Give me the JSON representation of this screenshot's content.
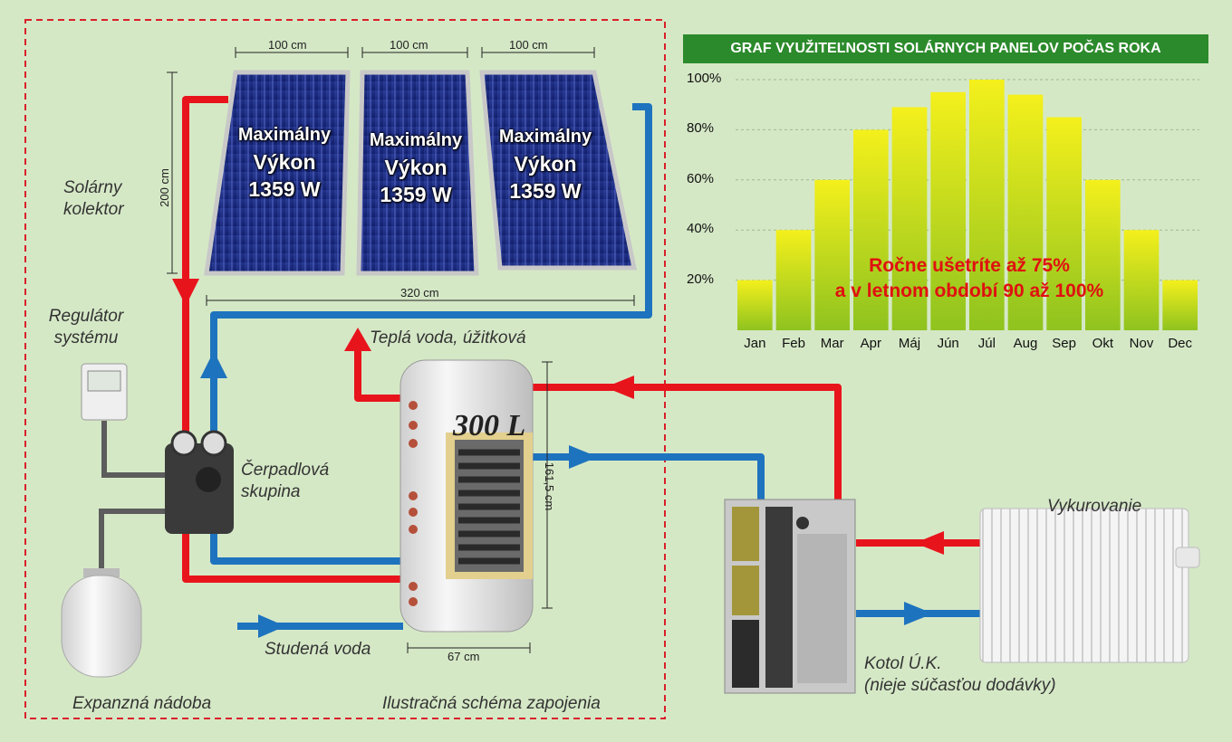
{
  "panels": {
    "width_label": "100 cm",
    "height_label": "200 cm",
    "total_label": "320 cm",
    "power_line1": "Maximálny",
    "power_line2": "Výkon",
    "power_line3": "1359 W"
  },
  "labels": {
    "solar_line1": "Solárny",
    "solar_line2": "kolektor",
    "regulator_line1": "Regulátor",
    "regulator_line2": "systému",
    "pump_line1": "Čerpadlová",
    "pump_line2": "skupina",
    "expansion": "Expanzná nádoba",
    "hot_water": "Teplá voda, úžitková",
    "cold_water": "Studená voda",
    "schema": "Ilustračná schéma zapojenia",
    "heating": "Vykurovanie",
    "boiler_line1": "Kotol Ú.K.",
    "boiler_line2": "(nieje súčasťou dodávky)"
  },
  "tank": {
    "volume": "300 L",
    "height_label": "161,5 cm",
    "width_label": "67 cm"
  },
  "chart_data": {
    "type": "bar",
    "title": "GRAF VYUŽITEĽNOSTI SOLÁRNYCH PANELOV POČAS ROKA",
    "categories": [
      "Jan",
      "Feb",
      "Mar",
      "Apr",
      "Máj",
      "Jún",
      "Júl",
      "Aug",
      "Sep",
      "Okt",
      "Nov",
      "Dec"
    ],
    "values": [
      20,
      40,
      60,
      80,
      89,
      95,
      100,
      94,
      85,
      60,
      40,
      20
    ],
    "yticks": [
      "20%",
      "40%",
      "60%",
      "80%",
      "100%"
    ],
    "ylim": [
      0,
      100
    ],
    "annotation_line1": "Ročne ušetríte až 75%",
    "annotation_line2": "a v letnom období 90 až 100%",
    "colors": {
      "bar_top": "#f4f01c",
      "bar_bottom": "#8fc31f",
      "title_bg": "#2b8a2b",
      "annotation": "#e01010"
    }
  },
  "colors": {
    "hot": "#e8141c",
    "cold": "#1e73be",
    "background": "#d5e8c6",
    "frame": "#d9202a"
  }
}
